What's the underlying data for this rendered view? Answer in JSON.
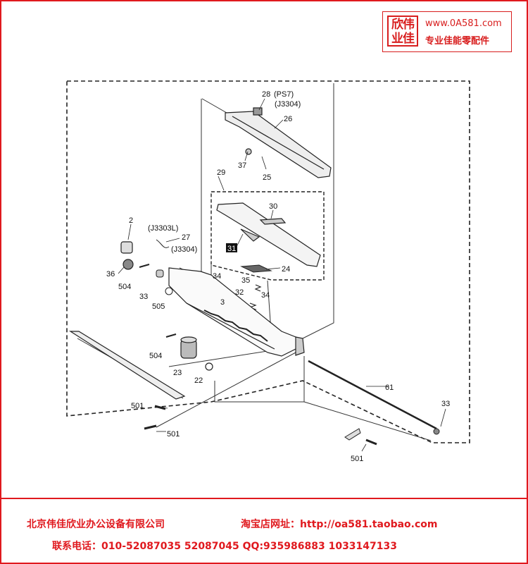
{
  "logo": {
    "box_chars": [
      "欣伟",
      "业佳"
    ],
    "url": "www.0A581.com",
    "slogan": "专业佳能零配件"
  },
  "diagram": {
    "labels": {
      "l28": "28",
      "l_ps7": "(PS7)",
      "l_j3304a": "(J3304)",
      "l26": "26",
      "l37": "37",
      "l25": "25",
      "l29": "29",
      "l30": "30",
      "l31": "31",
      "l24": "24",
      "l2": "2",
      "l_j3303l": "(J3303L)",
      "l27": "27",
      "l_j3304b": "(J3304)",
      "l36": "36",
      "l504a": "504",
      "l33a": "33",
      "l505": "505",
      "l34a": "34",
      "l35": "35",
      "l32": "32",
      "l34b": "34",
      "l3": "3",
      "l504b": "504",
      "l23": "23",
      "l22": "22",
      "l61": "61",
      "l33b": "33",
      "l501a": "501",
      "l501b": "501",
      "l501c": "501"
    }
  },
  "footer": {
    "company": "北京伟佳欣业办公设备有限公司",
    "shop": "淘宝店网址：http://oa581.taobao.com",
    "contact": "联系电话：010-52087035 52087045 QQ:935986883 1033147133"
  },
  "colors": {
    "accent": "#e0191e"
  }
}
